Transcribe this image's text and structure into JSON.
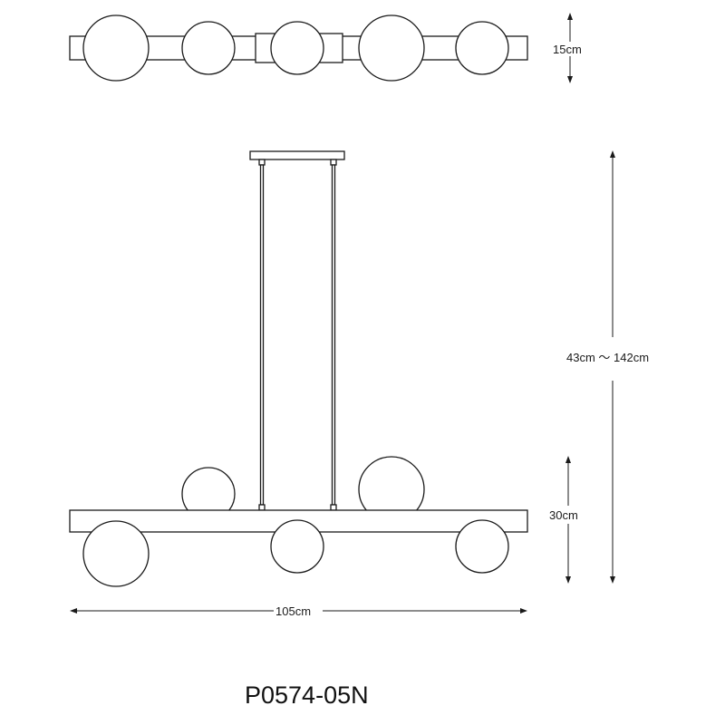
{
  "dimensions": {
    "depth": "15cm",
    "height_range": "43cm ～ 142cm",
    "body_height": "30cm",
    "width": "105cm"
  },
  "model_number": "P0574-05N"
}
